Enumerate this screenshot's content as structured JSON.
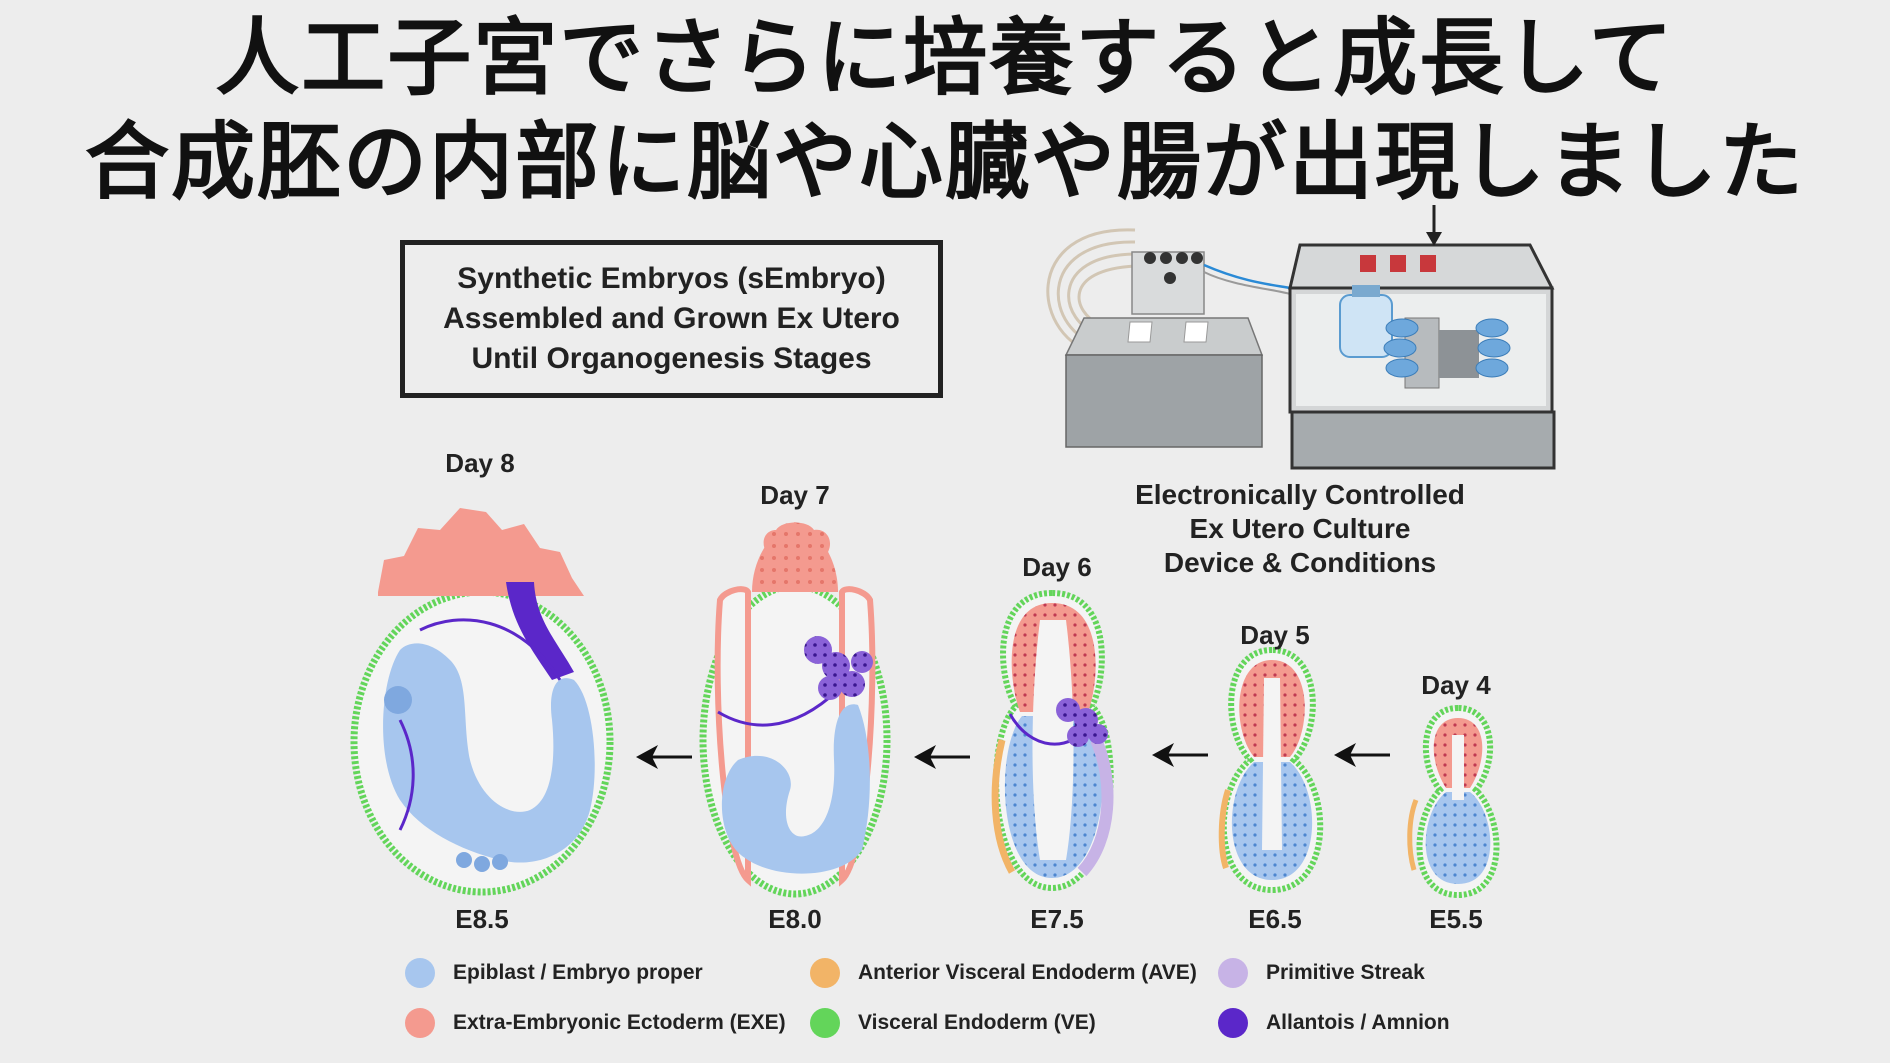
{
  "headline": {
    "line1": "人工子宮でさらに培養すると成長して",
    "line2": "合成胚の内部に脳や心臓や腸が出現しました"
  },
  "title_box": {
    "line1": "Synthetic Embryos (sEmbryo)",
    "line2": "Assembled and Grown Ex Utero",
    "line3": "Until Organogenesis Stages"
  },
  "device_label": {
    "line1": "Electronically Controlled",
    "line2": "Ex Utero Culture",
    "line3": "Device & Conditions"
  },
  "stages": [
    {
      "day": "Day 8",
      "stage": "E8.5"
    },
    {
      "day": "Day 7",
      "stage": "E8.0"
    },
    {
      "day": "Day 6",
      "stage": "E7.5"
    },
    {
      "day": "Day 5",
      "stage": "E6.5"
    },
    {
      "day": "Day 4",
      "stage": "E5.5"
    }
  ],
  "legend": [
    {
      "label": "Epiblast / Embryo proper",
      "color": "#a7c6ee"
    },
    {
      "label": "Extra-Embryonic Ectoderm (EXE)",
      "color": "#f49a8f"
    },
    {
      "label": "Anterior Visceral Endoderm (AVE)",
      "color": "#f2b467"
    },
    {
      "label": "Visceral Endoderm (VE)",
      "color": "#63d55a"
    },
    {
      "label": "Primitive Streak",
      "color": "#c7b3e6"
    },
    {
      "label": "Allantois / Amnion",
      "color": "#5b27c9"
    }
  ],
  "colors": {
    "epiblast": "#a7c6ee",
    "exe": "#f49a8f",
    "ave": "#f2b467",
    "ve": "#63d55a",
    "streak": "#c7b3e6",
    "allantois": "#5b27c9",
    "device_gray": "#9ea3a6"
  }
}
